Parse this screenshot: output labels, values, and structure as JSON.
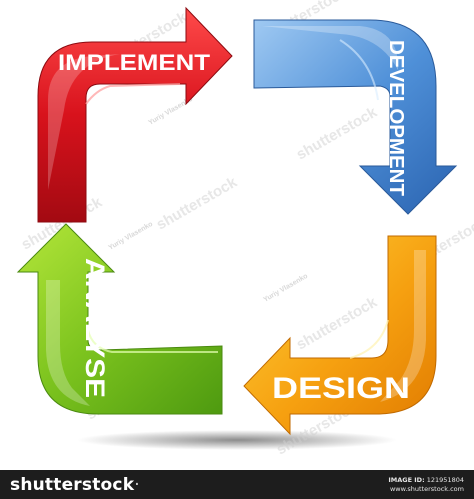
{
  "diagram": {
    "steps": [
      {
        "id": "implement",
        "label": "IMPLEMENT",
        "color": "#d0121f"
      },
      {
        "id": "development",
        "label": "DEVELOPMENT",
        "color": "#3a7fd0"
      },
      {
        "id": "design",
        "label": "DESIGN",
        "color": "#f39a0d"
      },
      {
        "id": "analyse",
        "label": "ANALYSE",
        "color": "#7cc31e"
      }
    ],
    "watermarks": [
      "shutterstock",
      "Yuriy Vlasenko"
    ]
  },
  "footer": {
    "brand_main": "shutterstock",
    "brand_suffix": "·",
    "image_id_label": "IMAGE ID:",
    "image_id": "121951804",
    "site": "www.shutterstock.com"
  }
}
